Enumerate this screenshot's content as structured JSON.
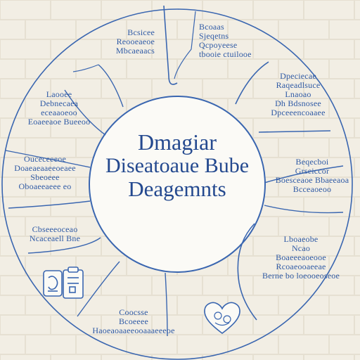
{
  "colors": {
    "background": "#f2eee4",
    "brick_line": "#e6e0d2",
    "ring_stroke": "#3a66b0",
    "text": "#2f5aa5",
    "title_text": "#24498f"
  },
  "diagram": {
    "center_title": [
      "Dmagiar",
      "Diseatoaue Bube",
      "Deagemnts"
    ],
    "segments": [
      {
        "lines": [
          "Bcoaas",
          "Sjeqetns",
          "Qcpoyeese",
          "tbooie ctuilooe"
        ]
      },
      {
        "lines": [
          "Dpeciecae",
          "Raqeadlsuce",
          "Lnaoao",
          "Dh Bdsnosee",
          "Dpceeencoaaee"
        ]
      },
      {
        "lines": [
          "Beqecboi",
          "Grseiccor",
          "Boesceaoe Bbaeeaoa",
          "Bcceaoeoo"
        ]
      },
      {
        "lines": [
          "Lboaeobe",
          "Ncao",
          "Boaeeeaoeooe",
          "Rcoaeooaeeae",
          "Berne bo loeooeoseoe"
        ]
      },
      {
        "lines": [
          "Coocsse",
          "Bcoeeee",
          "Haoeaoaaeeooaaaeeeoe"
        ]
      },
      {
        "lines": [
          "Cbseeeoceao",
          "Ncaceaell Bne"
        ]
      },
      {
        "lines": [
          "Ouceceeeoe",
          "Doaeaeaaeeoeaee",
          "Sbeoeee",
          "Oboaeeaeee eo"
        ]
      },
      {
        "lines": [
          "Laooee",
          "Debnecaea",
          "eceaaoeoo",
          "Eoaeeaoe Bueeoo"
        ]
      },
      {
        "lines": [
          "Bcsicee",
          "Reooeaeoe",
          "Mbcaeaacs"
        ]
      }
    ],
    "icons": [
      "document-icon",
      "clipboard-icon",
      "heart-icon"
    ]
  }
}
